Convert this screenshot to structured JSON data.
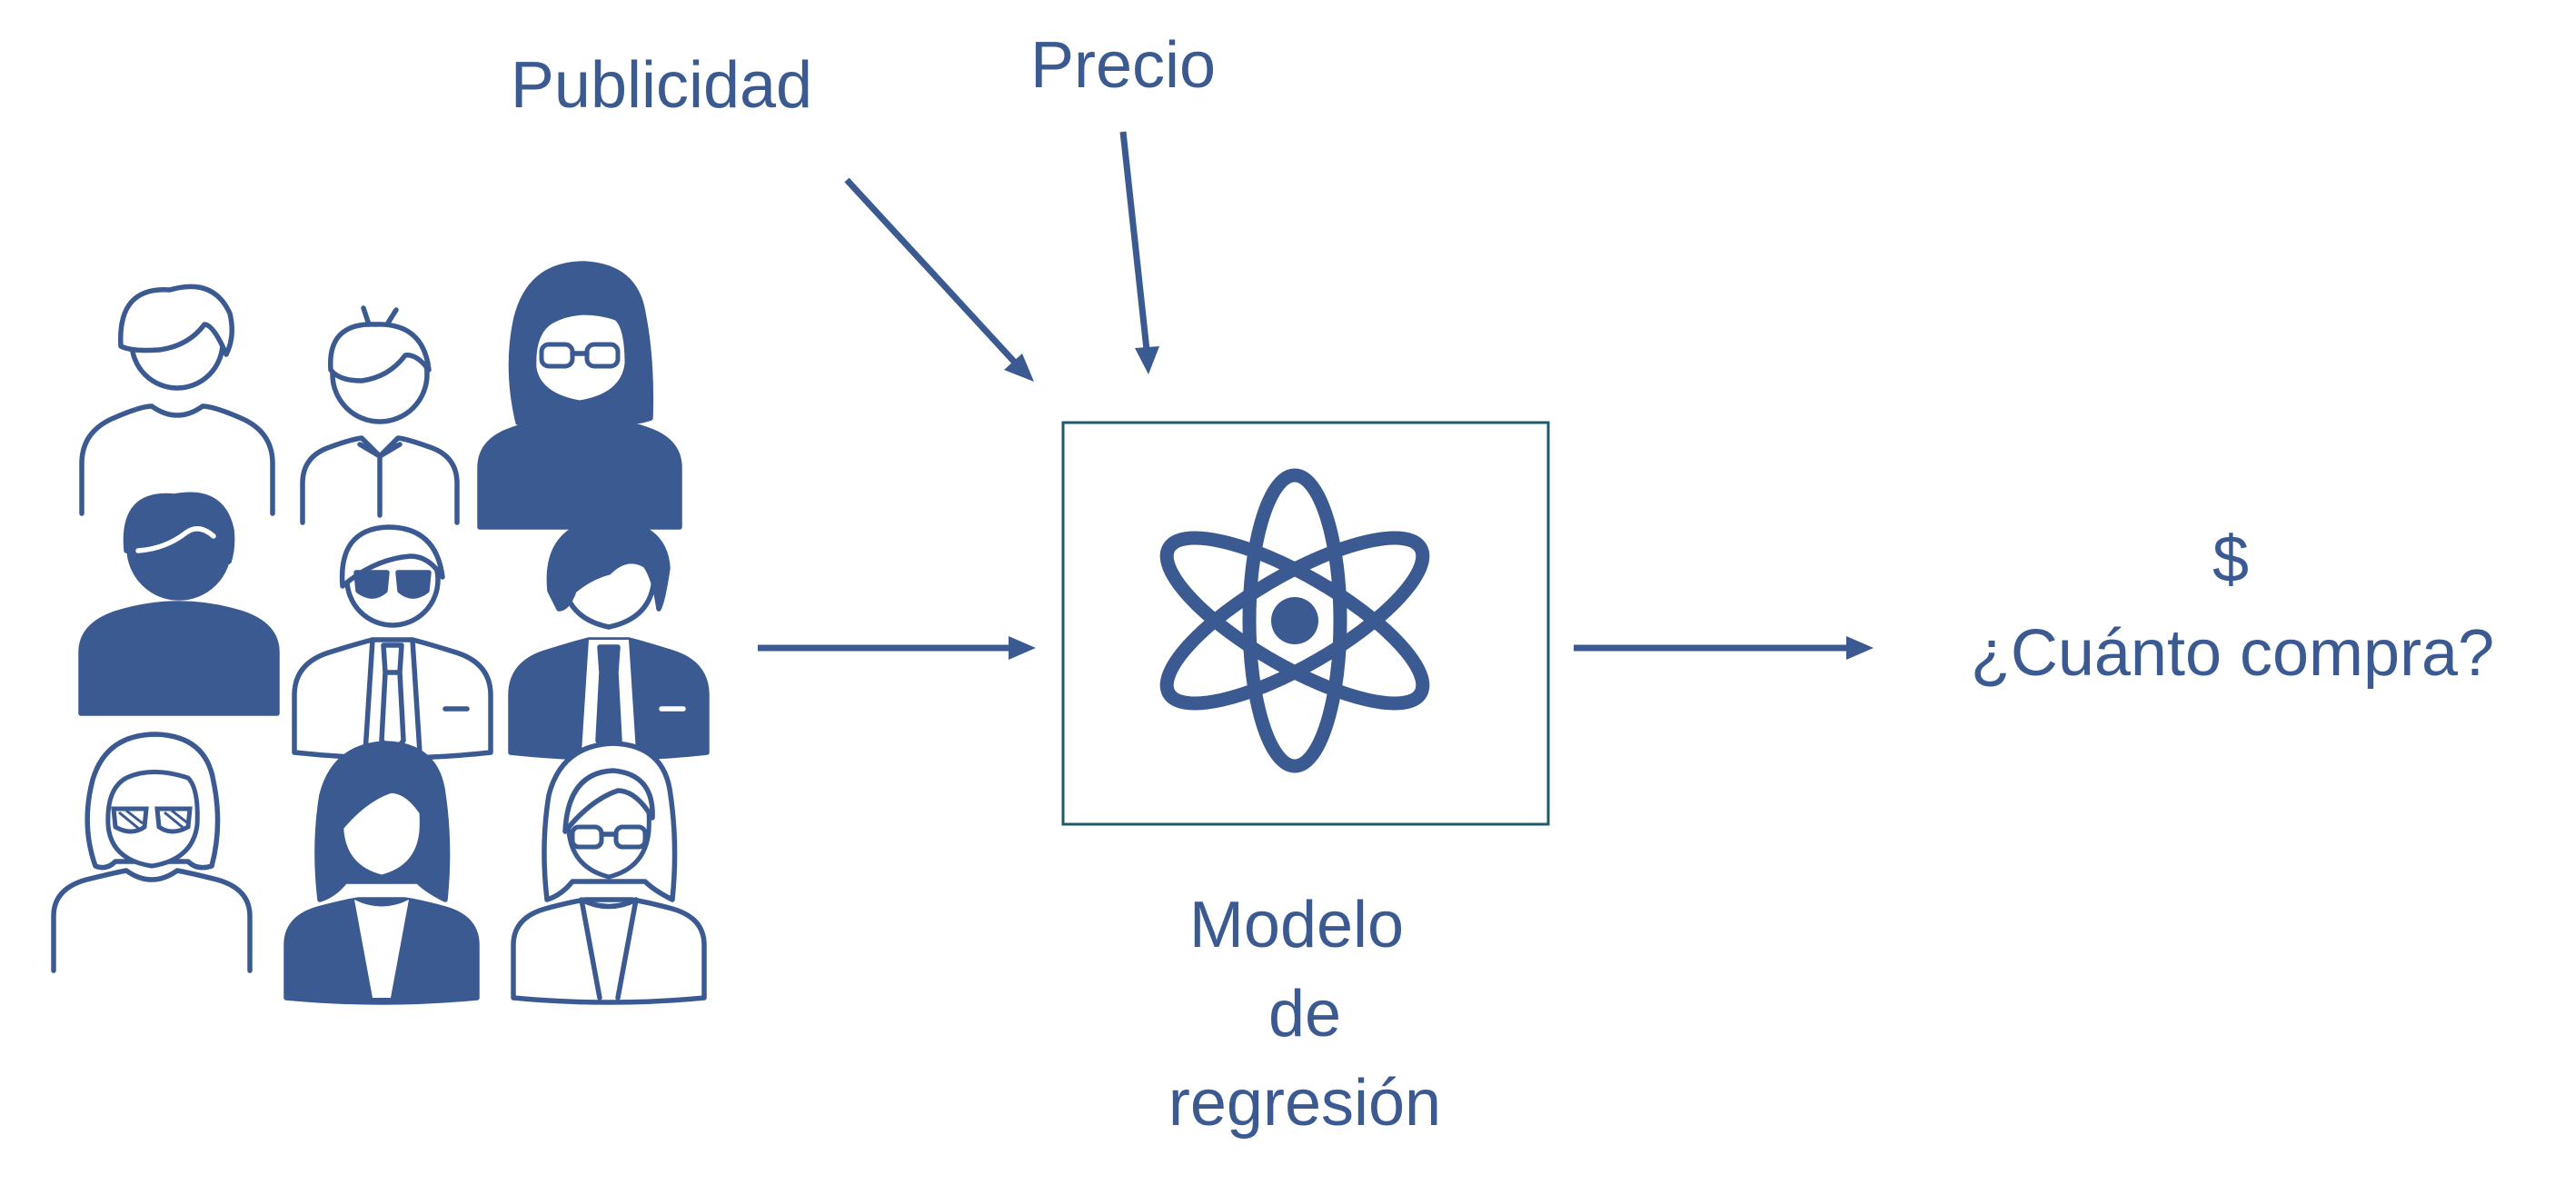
{
  "diagram": {
    "inputs": {
      "publicidad": "Publicidad",
      "precio": "Precio"
    },
    "model": {
      "line1": "Modelo",
      "line2": "de",
      "line3": "regresión",
      "icon": "atom-icon"
    },
    "output": {
      "symbol": "$",
      "question": "¿Cuánto compra?"
    },
    "people_icons": [
      "person-icon",
      "boy-icon",
      "woman-glasses-icon",
      "person-solid-icon",
      "businessman-sunglasses-icon",
      "businessman-solid-icon",
      "woman-sunglasses-icon",
      "woman-solid-icon",
      "businesswoman-glasses-icon"
    ],
    "colors": {
      "accent": "#3b5a92",
      "box_border": "#1f5a6b"
    }
  }
}
